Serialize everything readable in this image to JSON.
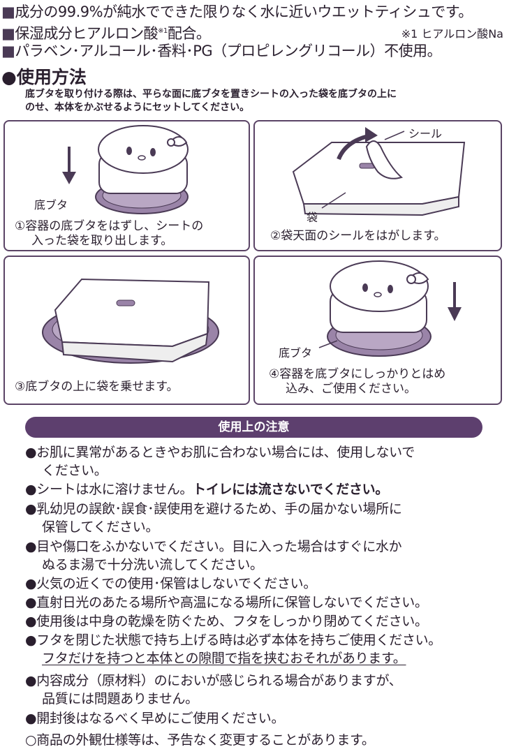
{
  "features": [
    {
      "bullet": "■",
      "text": "成分の99.9%が純水でできた限りなく水に近いウエットティシュです。"
    },
    {
      "bullet": "■",
      "text": "保湿成分ヒアルロン酸",
      "sup": "※1",
      "text_after": "配合。"
    },
    {
      "bullet": "■",
      "text": "パラベン･アルコール･香料･PG（プロピレングリコール）不使用。"
    }
  ],
  "footnote": "※1 ヒアルロン酸Na",
  "usage_title": "●使用方法",
  "usage_note": [
    "底ブタを取り付ける際は、平らな面に底ブタを置きシートの入った袋を底ブタの上に",
    "のせ、本体をかぶせるようにセットしてください。"
  ],
  "steps": [
    {
      "caption": [
        "①容器の底ブタをはずし、シートの",
        "入った袋を取り出します。"
      ],
      "label": "底ブタ"
    },
    {
      "caption": [
        "②袋天面のシールをはがします。"
      ],
      "label_seal": "シール",
      "label_bag": "袋"
    },
    {
      "caption": [
        "③底ブタの上に袋を乗せます。"
      ]
    },
    {
      "caption": [
        "④容器を底ブタにしっかりとはめ",
        "込み、ご使用ください。"
      ],
      "label": "底ブタ"
    }
  ],
  "cautions_title": "使用上の注意",
  "cautions": {
    "c1": [
      "●お肌に異常があるときやお肌に合わない場合には、使用しないで",
      "ください。"
    ],
    "c2a": "●シートは水に溶けません。",
    "c2b": "トイレには流さないでください。",
    "c3": [
      "●乳幼児の誤飲･誤食･誤使用を避けるため、手の届かない場所に",
      "保管してください。"
    ],
    "c4": [
      "●目や傷口をふかないでください。目に入った場合はすぐに水か",
      "ぬるま湯で十分洗い流してください。"
    ],
    "c5": "●火気の近くでの使用･保管はしないでください。",
    "c6": "●直射日光のあたる場所や高温になる場所に保管しないでください。",
    "c7": "●使用後は中身の乾燥を防ぐため、フタをしっかり閉めてください。",
    "c8": [
      "●フタを閉じた状態で持ち上げる時は必ず本体を持ちご使用ください。",
      "フタだけを持つと本体との隙間で指を挟むおそれがあります。"
    ],
    "c9": [
      "●内容成分（原材料）のにおいが感じられる場合がありますが、",
      "品質には問題ありません。"
    ],
    "c10": "●開封後はなるべく早めにご使用ください。",
    "c11": "○商品の外観仕様等は、予告なく変更することがあります。"
  },
  "colors": {
    "accent": "#5d3f6e",
    "fill": "#9a84a8"
  }
}
